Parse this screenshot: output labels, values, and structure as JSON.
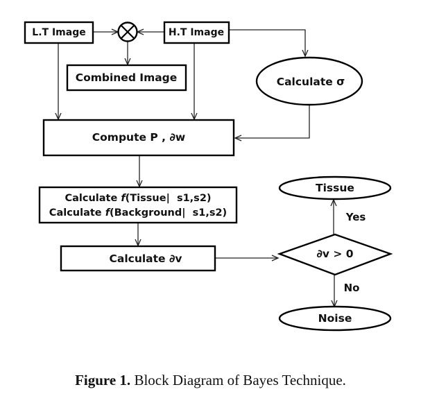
{
  "figure": {
    "caption_label": "Figure 1.",
    "caption_text": " Block Diagram of Bayes Technique."
  },
  "nodes": {
    "lt_image": "L.T Image",
    "ht_image": "H.T Image",
    "multiply": "multiply-operator",
    "combined_image": "Combined Image",
    "calculate_sigma": "Calculate σ",
    "compute_p": "Compute P , ∂w",
    "calc_f_tissue_prefix": "Calculate ",
    "calc_f_tissue_f": "f",
    "calc_f_tissue_rest": "(Tissue|  s1,s2)",
    "calc_f_bg_prefix": "Calculate ",
    "calc_f_bg_f": "f",
    "calc_f_bg_rest": "(Background|  s1,s2)",
    "calculate_dv": "Calculate ∂v",
    "decision": "∂v > 0",
    "tissue": "Tissue",
    "noise": "Noise"
  },
  "edges": {
    "yes_label": "Yes",
    "no_label": "No"
  }
}
